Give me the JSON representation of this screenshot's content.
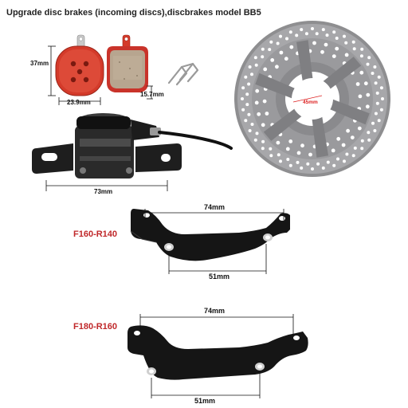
{
  "header": {
    "title": "Upgrade disc brakes (incoming discs),discbrakes model BB5"
  },
  "pads": {
    "height_label": "37mm",
    "width_label": "23.9mm",
    "thickness_label": "15.7mm"
  },
  "caliper": {
    "width_label": "73mm"
  },
  "rotor": {
    "bolt_label": "45mm"
  },
  "adapters": [
    {
      "model": "F160-R140",
      "top_label": "74mm",
      "bottom_label": "51mm"
    },
    {
      "model": "F180-R160",
      "top_label": "74mm",
      "bottom_label": "51mm"
    }
  ],
  "colors": {
    "pad_red": "#d43a2a",
    "model_red": "#c0282a",
    "metal_black": "#1a1a1a",
    "rotor_steel": "#8e8e90"
  }
}
